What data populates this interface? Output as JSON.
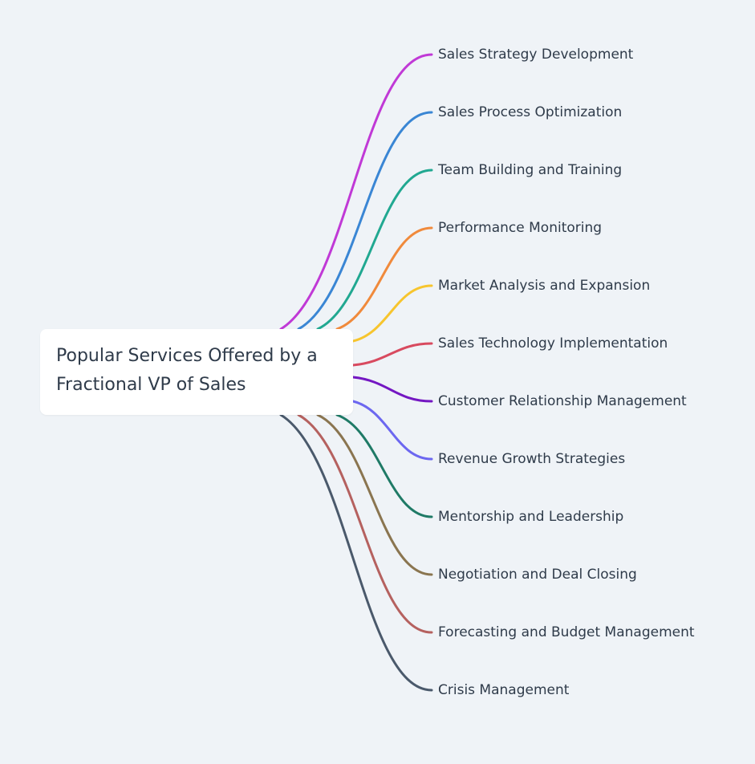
{
  "root": {
    "title": "Popular Services Offered by a Fractional VP of Sales"
  },
  "branches": [
    {
      "label": "Sales Strategy Development",
      "color": "#c039d6"
    },
    {
      "label": "Sales Process Optimization",
      "color": "#3a86d4"
    },
    {
      "label": "Team Building and Training",
      "color": "#21a891"
    },
    {
      "label": "Performance Monitoring",
      "color": "#f08a3c"
    },
    {
      "label": "Market Analysis and Expansion",
      "color": "#f7c52e"
    },
    {
      "label": "Sales Technology Implementation",
      "color": "#d84a5f"
    },
    {
      "label": "Customer Relationship Management",
      "color": "#7417c2"
    },
    {
      "label": "Revenue Growth Strategies",
      "color": "#6c67f0"
    },
    {
      "label": "Mentorship and Leadership",
      "color": "#1f7a66"
    },
    {
      "label": "Negotiation and Deal Closing",
      "color": "#8a7550"
    },
    {
      "label": "Forecasting and Budget Management",
      "color": "#b5615f"
    },
    {
      "label": "Crisis Management",
      "color": "#4a596b"
    }
  ]
}
